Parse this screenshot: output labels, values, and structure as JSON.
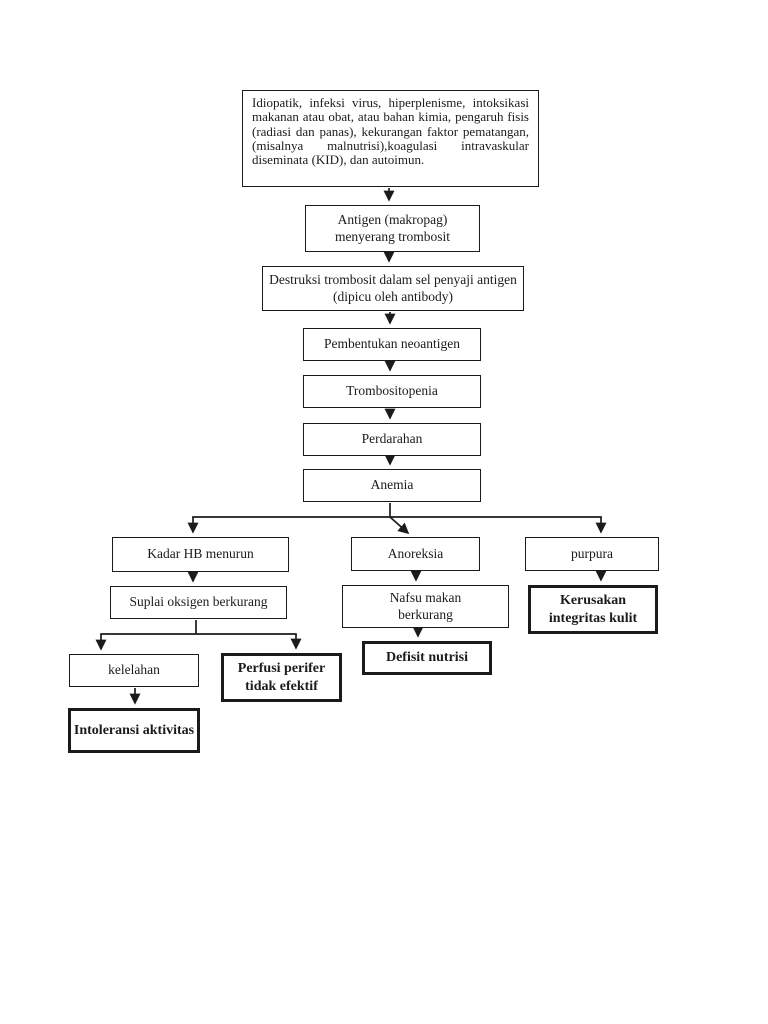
{
  "colors": {
    "background": "#ffffff",
    "line": "#1b1b1b",
    "box_border": "#1b1b1b",
    "text": "#1b1b1b"
  },
  "flowchart": {
    "nodes": {
      "causes": {
        "label": "Idiopatik, infeksi virus, hiperplenisme, intoksikasi makanan atau obat, atau bahan kimia, pengaruh fisis (radiasi dan panas), kekurangan faktor pematangan, (misalnya malnutrisi),koagulasi intravaskular diseminata (KID), dan autoimun."
      },
      "antigen": {
        "label": "Antigen (makropag) menyerang trombosit"
      },
      "destruksi": {
        "label": "Destruksi trombosit dalam sel penyaji antigen (dipicu oleh antibody)"
      },
      "neoantigen": {
        "label": "Pembentukan neoantigen"
      },
      "trombositopenia": {
        "label": "Trombositopenia"
      },
      "perdarahan": {
        "label": "Perdarahan"
      },
      "anemia": {
        "label": "Anemia"
      },
      "kadar_hb": {
        "label": "Kadar HB menurun"
      },
      "anoreksia": {
        "label": "Anoreksia"
      },
      "purpura": {
        "label": "purpura"
      },
      "suplai_oksigen": {
        "label": "Suplai oksigen berkurang"
      },
      "nafsu_makan": {
        "label": "Nafsu makan berkurang"
      },
      "kerusakan_integritas": {
        "label": "Kerusakan integritas kulit"
      },
      "kelelahan": {
        "label": "kelelahan"
      },
      "perfusi_perifer": {
        "label": "Perfusi perifer tidak efektif"
      },
      "defisit_nutrisi": {
        "label": "Defisit nutrisi"
      },
      "intoleransi_aktivitas": {
        "label": "Intoleransi aktivitas"
      }
    }
  }
}
